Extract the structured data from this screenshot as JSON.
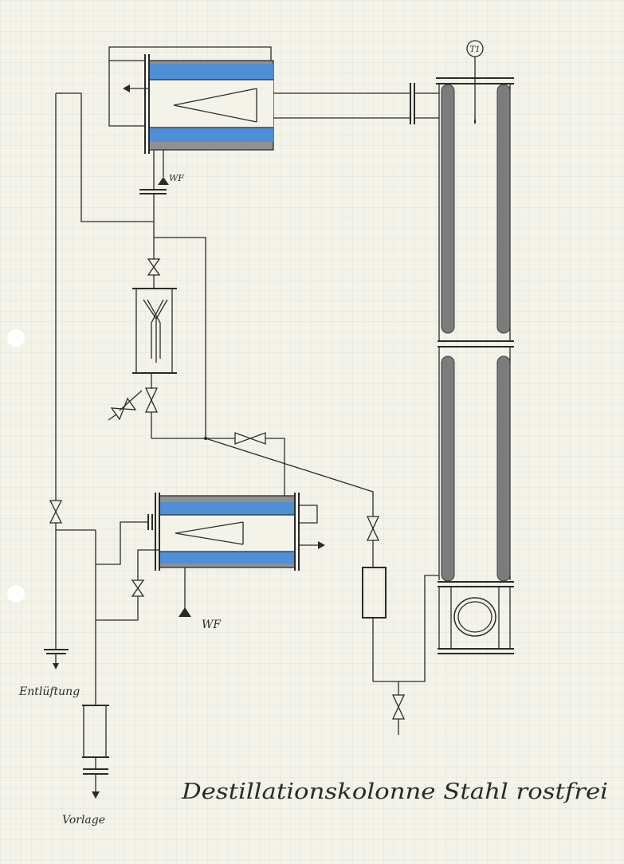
{
  "labels": {
    "thermometer": "T1",
    "wf_top": "WF",
    "wf_bottom": "WF",
    "vent": "Entlüftung",
    "receiver": "Vorlage",
    "title": "Destillationskolonne Stahl rostfrei"
  },
  "colors": {
    "paper": "#f4f3ea",
    "ink": "#2a2a2a",
    "cooling_water": "#4f8fd6",
    "steel_shell": "#8f9090",
    "column_body": "#7b7c7c"
  }
}
